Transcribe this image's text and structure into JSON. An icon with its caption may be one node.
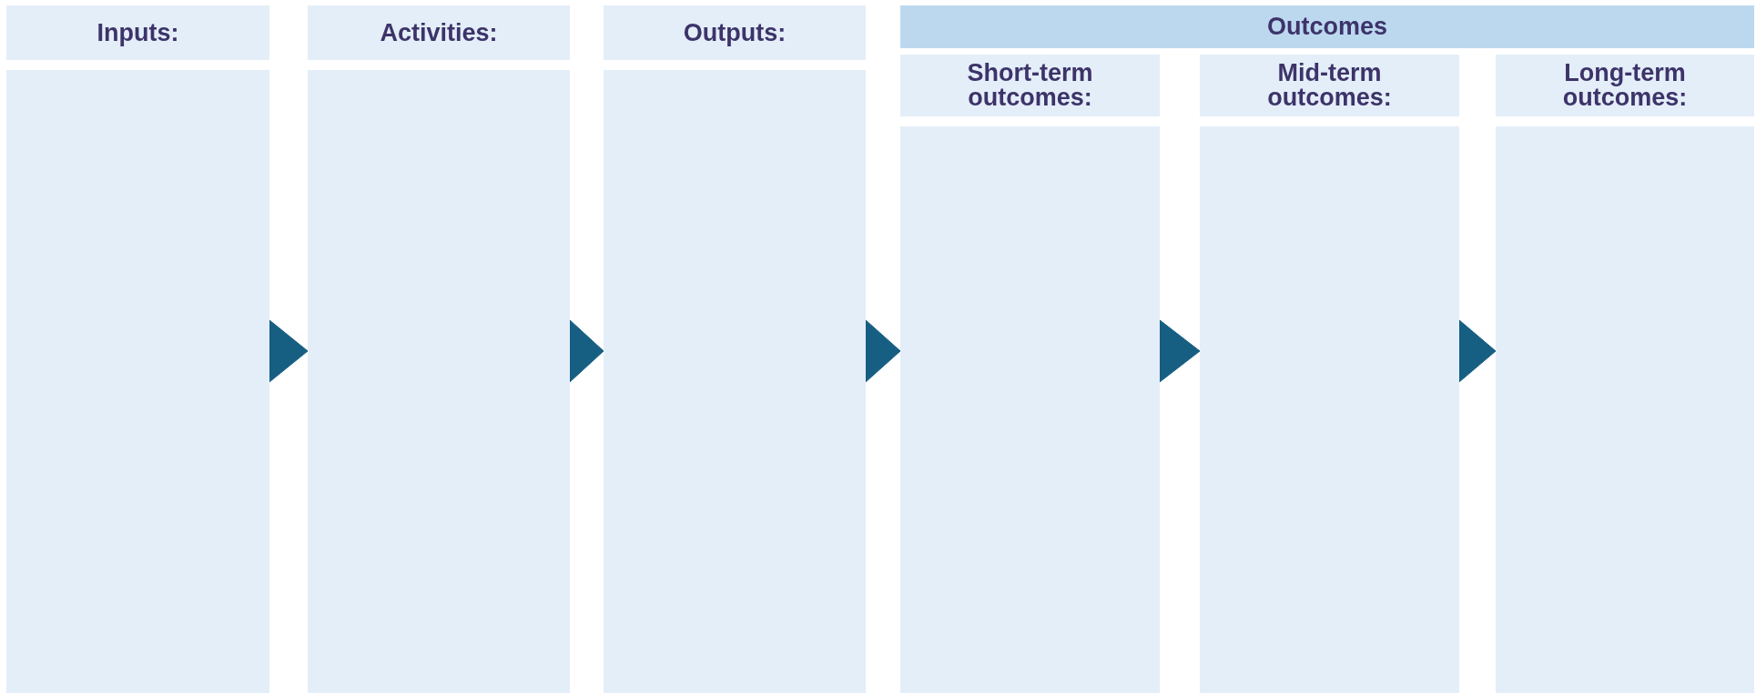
{
  "diagram": {
    "nodes": [
      {
        "text": [
          "Inputs:"
        ]
      },
      {
        "text": [],
        "shape": "box"
      },
      {
        "text": [
          "Activities:"
        ]
      },
      {
        "text": [],
        "shape": "box"
      },
      {
        "text": [
          "Outputs:"
        ]
      },
      {
        "text": [],
        "shape": "box"
      },
      {
        "text": [
          "Outcomes"
        ]
      },
      {
        "text": [
          "Short-term outcomes:"
        ]
      },
      {
        "text": [],
        "shape": "box"
      },
      {
        "text": [
          "Mid-term outcomes:"
        ]
      },
      {
        "text": [],
        "shape": "box"
      },
      {
        "text": [
          "Long-term outcomes:"
        ]
      },
      {
        "text": [],
        "shape": "box"
      }
    ],
    "edges": [
      {
        "from": 1,
        "to": 3,
        "arrow": "to"
      },
      {
        "from": 3,
        "to": 5,
        "arrow": "to"
      },
      {
        "from": 5,
        "to": 8,
        "arrow": "to"
      },
      {
        "from": 8,
        "to": 10,
        "arrow": "to"
      },
      {
        "from": 10,
        "to": 12,
        "arrow": "to"
      }
    ]
  }
}
